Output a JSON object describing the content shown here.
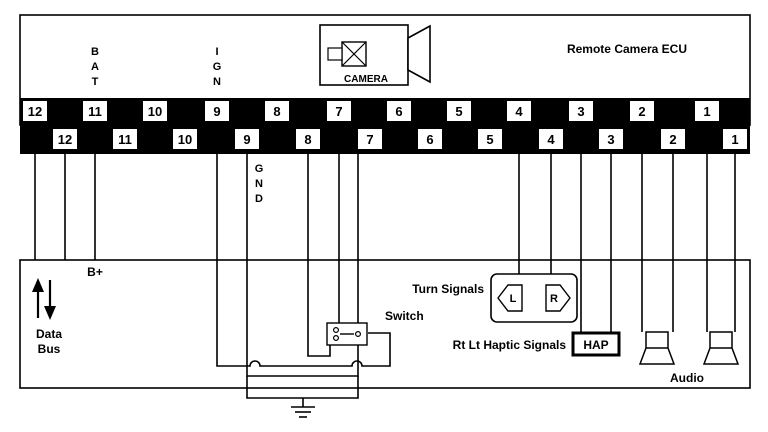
{
  "ecu": {
    "title": "Remote Camera ECU",
    "camera_label": "CAMERA",
    "bat_letters": [
      "B",
      "A",
      "T"
    ],
    "ign_letters": [
      "I",
      "G",
      "N"
    ],
    "gnd_letters": [
      "G",
      "N",
      "D"
    ]
  },
  "connector": {
    "top_row": [
      "12",
      "11",
      "10",
      "9",
      "8",
      "7",
      "6",
      "5",
      "4",
      "3",
      "2",
      "1"
    ],
    "bottom_row": [
      "12",
      "11",
      "10",
      "9",
      "8",
      "7",
      "6",
      "5",
      "4",
      "3",
      "2",
      "1"
    ]
  },
  "labels": {
    "b_plus": "B+",
    "data": "Data",
    "bus": "Bus",
    "turn_signals": "Turn Signals",
    "turn_left": "L",
    "turn_right": "R",
    "switch": "Switch",
    "haptic": "Rt Lt Haptic Signals",
    "hap": "HAP",
    "audio": "Audio"
  },
  "colors": {
    "line": "#000000",
    "connector_bar": "#000000",
    "pin_label_bg": "#ffffff",
    "background": "#ffffff"
  }
}
